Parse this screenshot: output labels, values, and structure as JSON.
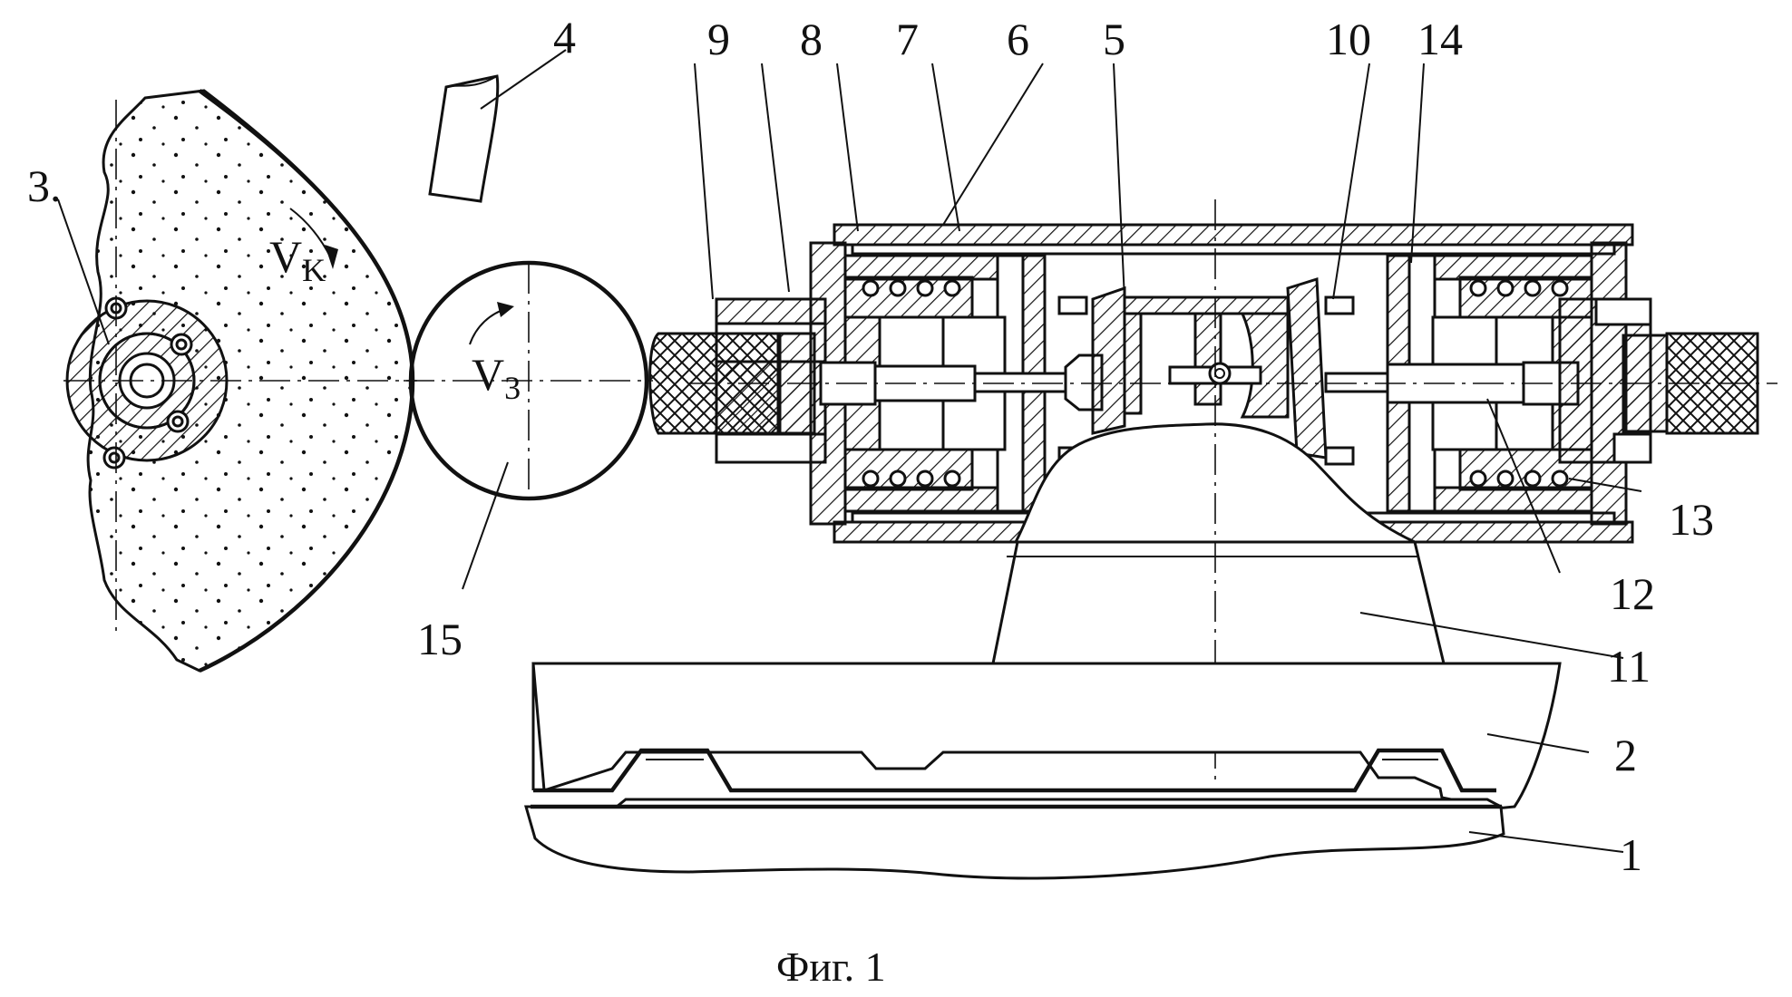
{
  "labels": {
    "l1": "1",
    "l2": "2",
    "l3": "3.",
    "l4": "4",
    "l5": "5",
    "l6": "6",
    "l7": "7",
    "l8": "8",
    "l9": "9",
    "l10": "10",
    "l11": "11",
    "l12": "12",
    "l13": "13",
    "l14": "14",
    "l15": "15"
  },
  "velocities": {
    "vk_main": "V",
    "vk_sub": "K",
    "v3_main": "V",
    "v3_sub": "3"
  },
  "caption": "Фиг. 1"
}
